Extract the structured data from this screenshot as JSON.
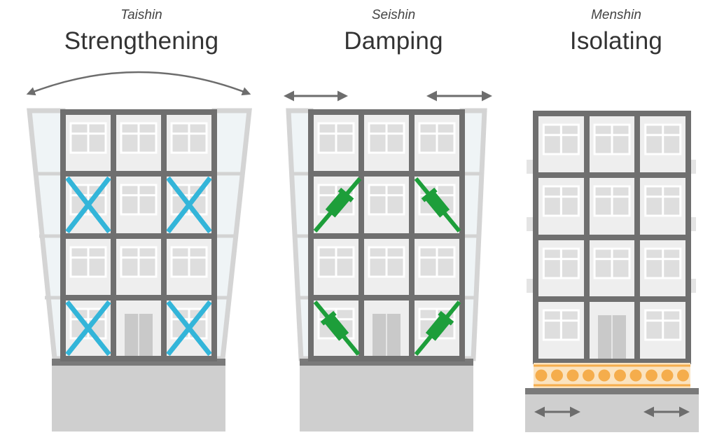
{
  "panels": [
    {
      "subtitle": "Taishin",
      "title": "Strengthening"
    },
    {
      "subtitle": "Seishin",
      "title": "Damping"
    },
    {
      "subtitle": "Menshin",
      "title": "Isolating"
    }
  ],
  "colors": {
    "frame": "#6f6f6f",
    "window_fill": "#e9e9e9",
    "window_line": "#ffffff",
    "brace": "#33b5d9",
    "damper": "#1d9e3a",
    "isolator_bg": "#fbe3bf",
    "isolator_ball": "#f5ad4c",
    "foundation": "#cfcfcf",
    "arrow": "#6d6d6d",
    "ghost": "#d8d8d8"
  }
}
